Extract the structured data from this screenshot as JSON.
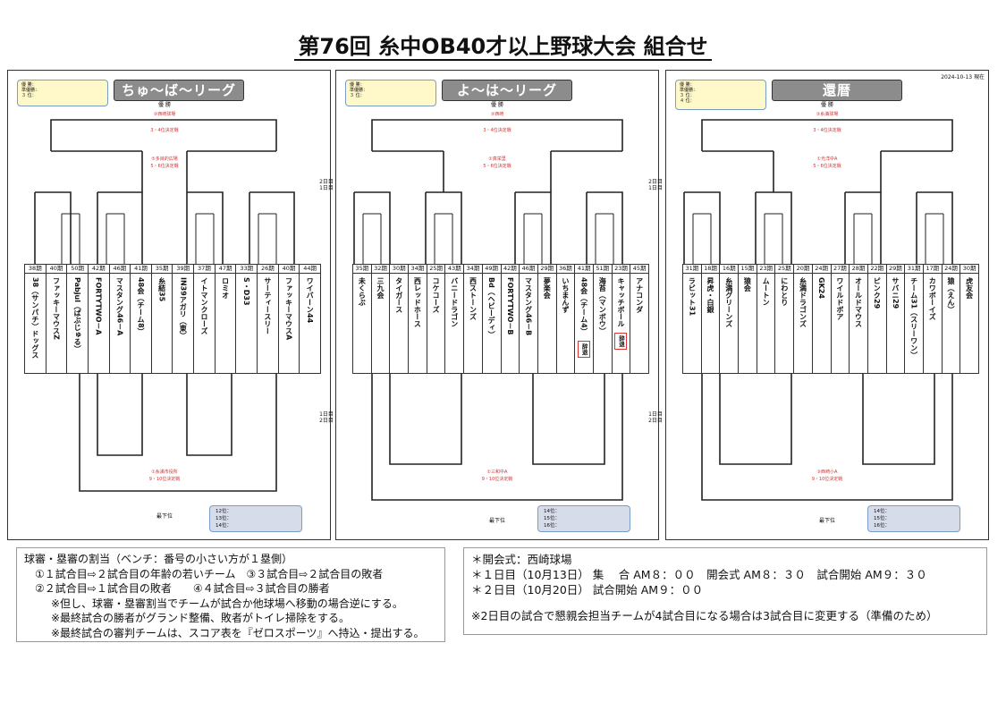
{
  "title": "第76回 糸中OB40才以上野球大会 組合せ",
  "date": "2024-10-13 現在",
  "legend": [
    "優 勝：",
    "準優勝：",
    "３ 位："
  ],
  "legend_b": [
    "優 勝：",
    "準優勝：",
    "３ 位：",
    "４ 位："
  ],
  "rank_labels": [
    "12位：",
    "13位：",
    "14位："
  ],
  "rank_labels_2": [
    "14位：",
    "15位：",
    "16位："
  ],
  "rank_labels_3": [
    "14位：",
    "15位：",
    "16位："
  ],
  "day2_label": "2日目",
  "day1_label": "1日目",
  "colors": {
    "accent_red": "#d33333",
    "panel_gray": "#8c8c8c"
  },
  "panels": [
    {
      "league": "ちゅ～ば～リーグ",
      "teams": [
        {
          "num": "1",
          "period": "38期",
          "name": "38（サンパチ）ドッグス"
        },
        {
          "num": "2",
          "period": "40期",
          "name": "ファッキーマウスZ"
        },
        {
          "num": "3",
          "period": "50期",
          "name": "Pabjul（ぱぶじゅる）"
        },
        {
          "num": "4",
          "period": "42期",
          "name": "FORTYTWO－A"
        },
        {
          "num": "5",
          "period": "46期",
          "name": "マスタング46－A"
        },
        {
          "num": "6",
          "period": "41期",
          "name": "48会（チーム8）"
        },
        {
          "num": "7",
          "period": "35期",
          "name": "糸結35"
        },
        {
          "num": "8",
          "period": "39期",
          "name": "IN39アガリ（東）"
        },
        {
          "num": "9",
          "period": "37期",
          "name": "イトマンクローズ"
        },
        {
          "num": "10",
          "period": "47期",
          "name": "ロミオ"
        },
        {
          "num": "11",
          "period": "33期",
          "name": "S・D33"
        },
        {
          "num": "12",
          "period": "26期",
          "name": "サーティースリー"
        },
        {
          "num": "13",
          "period": "40期",
          "name": "ファッキーマウスA"
        },
        {
          "num": "14",
          "period": "44期",
          "name": "ワイバーン44"
        }
      ]
    },
    {
      "league": "よ～は～リーグ",
      "teams": [
        {
          "num": "1",
          "period": "35期",
          "name": "未くらぶ"
        },
        {
          "num": "2",
          "period": "32期",
          "name": "三九会"
        },
        {
          "num": "3",
          "period": "30期",
          "name": "タイガース"
        },
        {
          "num": "4",
          "period": "34期",
          "name": "西レッドホース"
        },
        {
          "num": "5",
          "period": "25期",
          "name": "コケコーズ"
        },
        {
          "num": "6",
          "period": "43期",
          "name": "バニードラゴン"
        },
        {
          "num": "7",
          "period": "34期",
          "name": "西ストーンズ"
        },
        {
          "num": "8",
          "period": "49期",
          "name": "Bd（ヘビーディ）"
        },
        {
          "num": "9",
          "period": "42期",
          "name": "FORTYTWO－B"
        },
        {
          "num": "10",
          "period": "46期",
          "name": "マスタング46－B"
        },
        {
          "num": "11",
          "period": "29期",
          "name": "夢楽会"
        },
        {
          "num": "12",
          "period": "36期",
          "name": "いちまんず"
        },
        {
          "num": "13",
          "period": "41期",
          "name": "48会（チーム4）",
          "withdrawn": "辞退"
        },
        {
          "num": "14",
          "period": "51期",
          "name": "海苔（マンボウ）"
        },
        {
          "num": "15",
          "period": "23期",
          "name": "キャッチボール",
          "withdrawn": "辞退"
        },
        {
          "num": "16",
          "period": "45期",
          "name": "アナコンダ"
        }
      ]
    },
    {
      "league": "還暦",
      "teams": [
        {
          "num": "1",
          "period": "31期",
          "name": "ラビット31"
        },
        {
          "num": "2",
          "period": "18期",
          "name": "昇虎・白銀"
        },
        {
          "num": "3",
          "period": "16期",
          "name": "糸満グリーンズ"
        },
        {
          "num": "4",
          "period": "15期",
          "name": "猿会"
        },
        {
          "num": "5",
          "period": "23期",
          "name": "ムートン"
        },
        {
          "num": "6",
          "period": "25期",
          "name": "にわとり"
        },
        {
          "num": "7",
          "period": "20期",
          "name": "糸満ドラゴンズ"
        },
        {
          "num": "8",
          "period": "24期",
          "name": "GK24"
        },
        {
          "num": "9",
          "period": "27期",
          "name": "ワイルドボア"
        },
        {
          "num": "10",
          "period": "28期",
          "name": "オールドマウス"
        },
        {
          "num": "11",
          "period": "22期",
          "name": "ピンク29"
        },
        {
          "num": "12",
          "period": "29期",
          "name": "サバニ29"
        },
        {
          "num": "13",
          "period": "31期",
          "name": "チーム31（スリーワン）"
        },
        {
          "num": "14",
          "period": "17期",
          "name": "カワボーイズ"
        },
        {
          "num": "15",
          "period": "24期",
          "name": "猿（えん）"
        },
        {
          "num": "16",
          "period": "30期",
          "name": "虎友会"
        }
      ]
    }
  ],
  "notes_left": {
    "heading": "球審・塁審の割当（ベンチ：番号の小さい方が１塁側）",
    "line1a": "①１試合目⇨２試合目の年齢の若いチーム",
    "line1b": "③３試合目⇨２試合目の敗者",
    "line2a": "②２試合目⇨１試合目の敗者",
    "line2b": "④４試合目⇨３試合目の勝者",
    "line3": "※但し、球審・塁審割当でチームが試合か他球場へ移動の場合逆にする。",
    "line4": "※最終試合の勝者がグランド整備、敗者がトイレ掃除をする。",
    "line5": "※最終試合の審判チームは、スコア表を『ゼロスポーツ』へ持込・提出する。"
  },
  "notes_right": {
    "line1": "＊開会式：西崎球場",
    "line2": "＊１日目（10月13日） 集　 合 AM８：００　開会式 AM８：３０　試合開始 AM９：３０",
    "line3": "＊２日目（10月20日） 試合開始 AM９：００",
    "line4": "※2日目の試合で懇親会担当チームが4試合目になる場合は3試合目に変更する（準備のため）"
  }
}
